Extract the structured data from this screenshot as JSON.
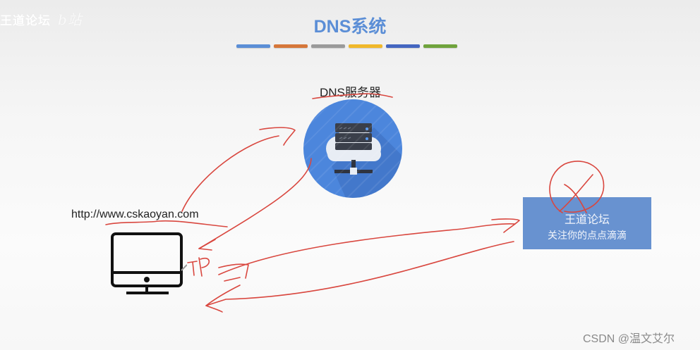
{
  "watermark": {
    "brand": "王道论坛",
    "script": "b站"
  },
  "title": "DNS系统",
  "color_bars": [
    "#5b8ed6",
    "#d6773a",
    "#9a9a9a",
    "#f0b82a",
    "#4466c0",
    "#6fa33c"
  ],
  "dns_server": {
    "label": "DNS服务器",
    "circle_color": "#4c86dc",
    "icon": "cloud-server-icon"
  },
  "client": {
    "url": "http://www.cskaoyan.com",
    "icon": "desktop-computer-icon"
  },
  "web_server": {
    "line1": "王道论坛",
    "line2": "关注你的点点滴滴",
    "color": "#6892d0"
  },
  "annotations": {
    "ink_color": "#d9473f",
    "handwritten_text": "IP",
    "marks": [
      "underline-url",
      "underline-dns-label",
      "arrow-client-to-dns",
      "arrow-dns-to-client",
      "arrow-client-to-web",
      "arrow-web-to-client",
      "circle-x-on-web-server"
    ]
  },
  "footer": {
    "watermark": "CSDN @温文艾尔"
  }
}
